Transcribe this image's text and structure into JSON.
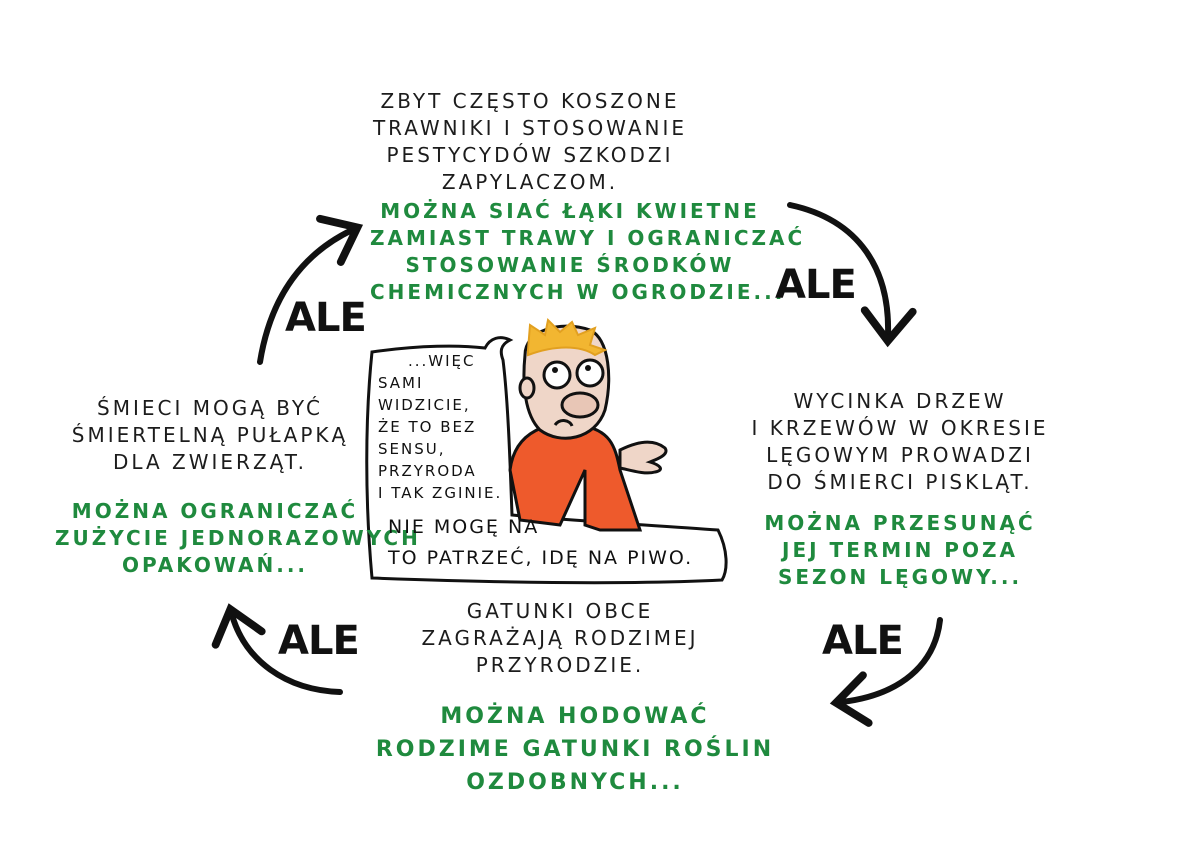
{
  "top": {
    "problem": [
      "ZBYT CZĘSTO KOSZONE",
      "TRAWNIKI I STOSOWANIE",
      "PESTYCYDÓW SZKODZI",
      "ZAPYLACZOM."
    ],
    "solution": [
      "MOŻNA SIAĆ ŁĄKI KWIETNE",
      "ZAMIAST TRAWY I OGRANICZAĆ",
      "STOSOWANIE ŚRODKÓW",
      "CHEMICZNYCH W OGRODZIE..."
    ]
  },
  "right": {
    "problem": [
      "WYCINKA DRZEW",
      "I KRZEWÓW W OKRESIE",
      "LĘGOWYM PROWADZI",
      "DO ŚMIERCI PISKLĄT."
    ],
    "solution": [
      "MOŻNA PRZESUNĄĆ",
      "JEJ TERMIN POZA",
      "SEZON LĘGOWY..."
    ]
  },
  "bottom": {
    "problem": [
      "GATUNKI OBCE",
      "ZAGRAŻAJĄ RODZIMEJ",
      "PRZYRODZIE."
    ],
    "solution": [
      "MOŻNA HODOWAĆ",
      "RODZIME GATUNKI ROŚLIN",
      "OZDOBNYCH..."
    ]
  },
  "left": {
    "problem": [
      "ŚMIECI MOGĄ BYĆ",
      "ŚMIERTELNĄ PUŁAPKĄ",
      "DLA ZWIERZĄT."
    ],
    "solution": [
      "MOŻNA OGRANICZAĆ",
      "ZUŻYCIE JEDNORAZOWYCH",
      "OPAKOWAŃ..."
    ]
  },
  "connector_label": "ALE",
  "speech": {
    "part1": [
      "...WIĘC",
      "SAMI",
      "WIDZICIE,",
      "ŻE TO BEZ",
      "SENSU,",
      "PRZYRODA",
      "I TAK ZGINIE."
    ],
    "part2": [
      "NIE MOGĘ NA",
      "TO PATRZEĆ, IDĘ NA PIWO."
    ]
  },
  "colors": {
    "solution": "#1f8a3e",
    "shirt": "#ee5a2c",
    "hair": "#f2b631",
    "skin": "#efd6c8"
  }
}
